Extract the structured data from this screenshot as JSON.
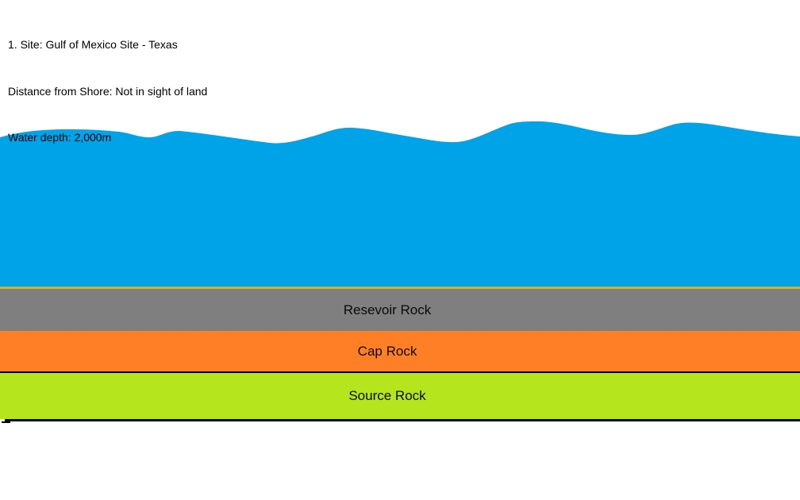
{
  "site_info": {
    "line1": "1. Site: Gulf of Mexico Site - Texas",
    "line2": "Distance from Shore: Not in sight of land",
    "line3": "Water depth: 2,000m"
  },
  "layers": [
    {
      "id": "water",
      "color": "#00A2E8"
    },
    {
      "id": "reservoir-rock",
      "label": "Resevoir Rock",
      "color": "#7F7F7F"
    },
    {
      "id": "cap-rock",
      "label": "Cap Rock",
      "color": "#FF7F27"
    },
    {
      "id": "source-rock",
      "label": "Source Rock",
      "color": "#B5E61D"
    }
  ],
  "divider_colors": {
    "seafloor_gold_line": "#D4B02C",
    "black_line": "#000000"
  },
  "background_color": "#FFFFFF",
  "text_color": "#000000"
}
